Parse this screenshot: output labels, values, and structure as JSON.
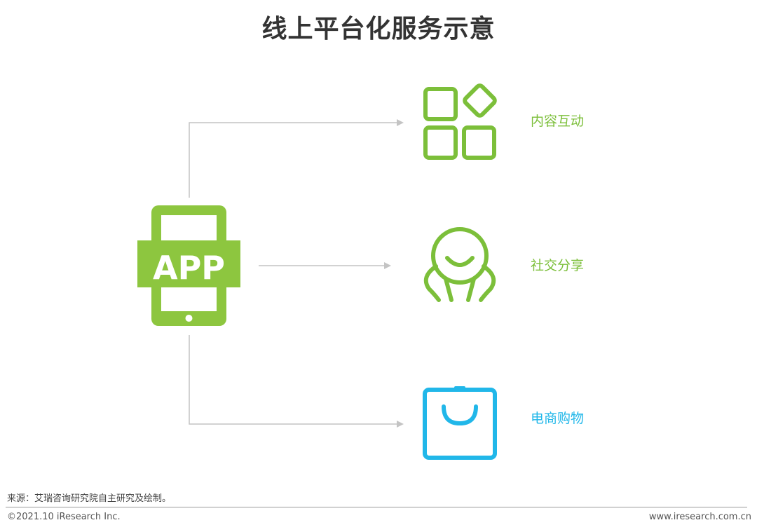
{
  "title": "线上平台化服务示意",
  "app": {
    "label": "APP"
  },
  "services": [
    {
      "label": "内容互动",
      "icon": "apps-grid-icon",
      "color": "#7cbf3a"
    },
    {
      "label": "社交分享",
      "icon": "people-icon",
      "color": "#7cbf3a"
    },
    {
      "label": "电商购物",
      "icon": "shopping-bag-icon",
      "color": "#21b7e9"
    }
  ],
  "colors": {
    "app": "#8dc63f",
    "connector": "#c4c4c4"
  },
  "footer": {
    "source": "来源：艾瑞咨询研究院自主研究及绘制。",
    "copyright": "©2021.10 iResearch Inc.",
    "website": "www.iresearch.com.cn"
  }
}
